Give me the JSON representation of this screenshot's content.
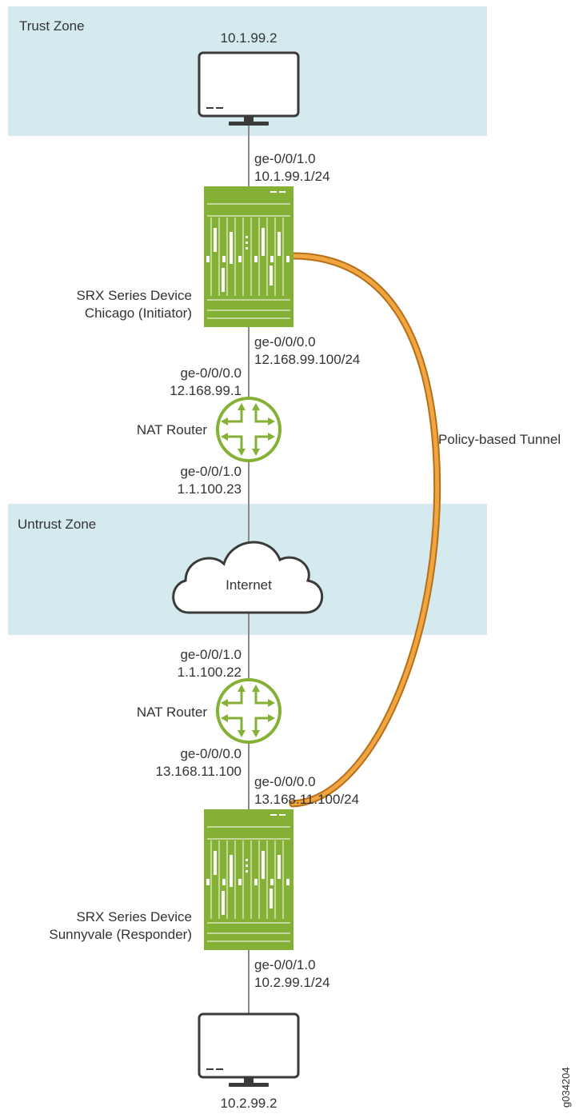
{
  "zones": {
    "trust": "Trust Zone",
    "untrust": "Untrust Zone"
  },
  "hosts": {
    "top": "10.1.99.2",
    "bottom": "10.2.99.2"
  },
  "chicago": {
    "name_line1": "SRX Series Device",
    "name_line2": "Chicago (Initiator)",
    "if_top_name": "ge-0/0/1.0",
    "if_top_ip": "10.1.99.1/24",
    "if_bottom_name": "ge-0/0/0.0",
    "if_bottom_ip": "12.168.99.100/24"
  },
  "nat_top": {
    "label": "NAT Router",
    "if_up_name": "ge-0/0/0.0",
    "if_up_ip": "12.168.99.1",
    "if_down_name": "ge-0/0/1.0",
    "if_down_ip": "1.1.100.23"
  },
  "internet": "Internet",
  "nat_bottom": {
    "label": "NAT Router",
    "if_up_name": "ge-0/0/1.0",
    "if_up_ip": "1.1.100.22",
    "if_down_name": "ge-0/0/0.0",
    "if_down_ip": "13.168.11.100"
  },
  "sunnyvale": {
    "name_line1": "SRX Series Device",
    "name_line2": "Sunnyvale (Responder)",
    "if_top_name": "ge-0/0/0.0",
    "if_top_ip": "13.168.11.100/24",
    "if_bottom_name": "ge-0/0/1.0",
    "if_bottom_ip": "10.2.99.1/24"
  },
  "tunnel_label": "Policy-based Tunnel",
  "figure_id": "g034204",
  "colors": {
    "zone": "#d4eaee",
    "device_green": "#84b135",
    "tunnel_orange": "#e9962f",
    "line": "#8a8a8a"
  }
}
